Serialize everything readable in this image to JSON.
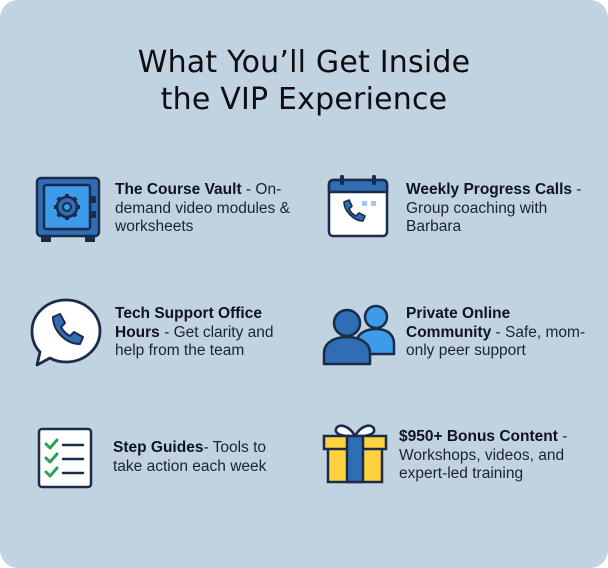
{
  "title": {
    "line1": "What You’ll Get Inside",
    "line2": "the VIP Experience"
  },
  "items": [
    {
      "icon": "safe-icon",
      "bold": "The Course Vault",
      "rest": " - On-demand video modules & worksheets"
    },
    {
      "icon": "calendar-phone-icon",
      "bold": "Weekly Progress Calls",
      "rest": " - Group coaching with Barbara"
    },
    {
      "icon": "phone-chat-bubble-icon",
      "bold": "Tech Support Office Hours",
      "rest": " - Get clarity and help from the team"
    },
    {
      "icon": "users-icon",
      "bold": "Private Online Community",
      "rest": " - Safe, mom-only peer support"
    },
    {
      "icon": "checklist-icon",
      "bold": "Step Guides",
      "rest": "- Tools to take action each week"
    },
    {
      "icon": "gift-icon",
      "bold": "$950+ Bonus Content",
      "rest": " - Workshops, videos, and expert-led training"
    }
  ],
  "colors": {
    "background": "#c1d3e0",
    "icon_blue": "#2f6db4",
    "icon_light_blue": "#3d9be9",
    "icon_outline": "#1b2b4a",
    "check_green": "#2e9f5b",
    "gift_yellow": "#ffd23f"
  }
}
